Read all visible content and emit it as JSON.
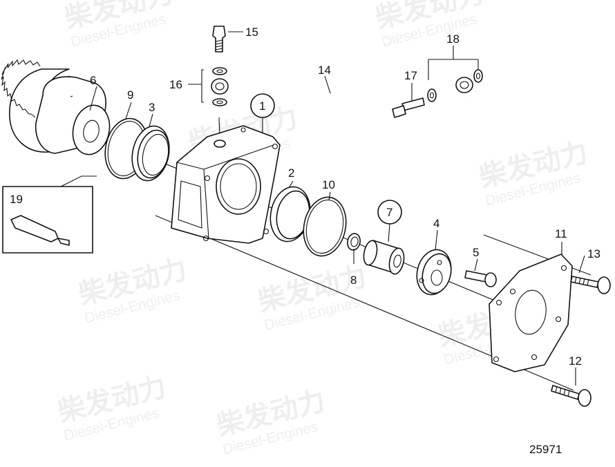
{
  "drawing_number": "25971",
  "watermark": {
    "text_cn": "柴发动力",
    "text_en": "Diesel-Engines"
  },
  "callouts": {
    "c1": "1",
    "c2": "2",
    "c3": "3",
    "c4": "4",
    "c5": "5",
    "c6": "6",
    "c7": "7",
    "c8": "8",
    "c9": "9",
    "c10": "10",
    "c11": "11",
    "c12": "12",
    "c13": "13",
    "c14": "14",
    "c15": "15",
    "c16": "16",
    "c17": "17",
    "c18": "18",
    "c19": "19"
  },
  "colors": {
    "line": "#111111",
    "background": "#ffffff",
    "watermark": "#000000"
  }
}
